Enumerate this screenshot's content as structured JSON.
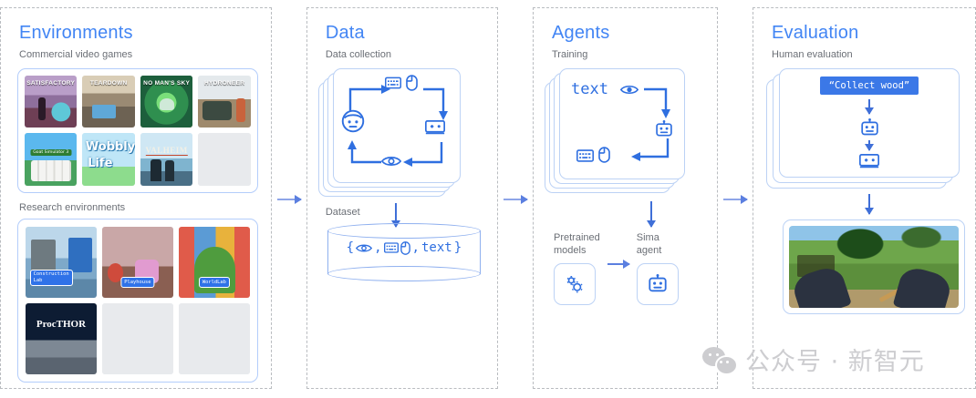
{
  "panels": [
    {
      "key": "environments",
      "title": "Environments",
      "subtitle": "Commercial video games",
      "subtitle2": "Research environments",
      "commercial_games": [
        {
          "name": "Satisfactory",
          "label": "SATISFACTORY"
        },
        {
          "name": "Teardown",
          "label": "TEARDOWN"
        },
        {
          "name": "No Man's Sky",
          "label": "NO MAN'S SKY"
        },
        {
          "name": "Hydroneer",
          "label": "HYDRONEER"
        },
        {
          "name": "Goat Simulator 3",
          "label": "Goat Simulator 3"
        },
        {
          "name": "Wobbly Life",
          "label_line1": "Wobbly",
          "label_line2": "Life"
        },
        {
          "name": "Valheim",
          "label": "VALHEIM"
        },
        {
          "name": "empty-slot",
          "label": ""
        }
      ],
      "research_environments": [
        {
          "name": "Construction Lab",
          "badge": "Construction\nLab"
        },
        {
          "name": "Playhouse",
          "badge": "Playhouse"
        },
        {
          "name": "WorldLab",
          "badge": "WorldLab"
        },
        {
          "name": "ProcTHOR",
          "badge": "ProcTHOR"
        },
        {
          "name": "empty-slot",
          "badge": ""
        },
        {
          "name": "empty-slot",
          "badge": ""
        }
      ]
    },
    {
      "key": "data",
      "title": "Data",
      "subtitle": "Data collection",
      "dataset_label": "Dataset",
      "cycle_icons": [
        "person-icon",
        "keyboard-icon",
        "mouse-icon",
        "gamepad-icon",
        "eye-icon"
      ],
      "dataset_contents": {
        "open_brace": "{",
        "eye": "eye-icon",
        "comma1": ",",
        "keyboard": "keyboard-icon",
        "mouse": "mouse-icon",
        "comma2": ",",
        "text": "text",
        "close_brace": "}"
      }
    },
    {
      "key": "agents",
      "title": "Agents",
      "subtitle": "Training",
      "card_text": "text",
      "card_icons": [
        "eye-icon",
        "robot-icon",
        "keyboard-icon",
        "mouse-icon"
      ],
      "pretrained_caption_line1": "Pretrained",
      "pretrained_caption_line2": "models",
      "agent_caption_line1": "Sima",
      "agent_caption_line2": "agent",
      "pretrained_icon": "gears-icon",
      "agent_icon": "robot-icon"
    },
    {
      "key": "evaluation",
      "title": "Evaluation",
      "subtitle": "Human evaluation",
      "task_prompt": "“Collect wood”",
      "flow_icons": [
        "robot-icon",
        "gamepad-icon"
      ],
      "game_capture_name": "gameplay-screenshot"
    }
  ],
  "connectors": [
    {
      "name": "arrow-environments-to-data"
    },
    {
      "name": "arrow-data-to-agents"
    },
    {
      "name": "arrow-agents-to-evaluation"
    }
  ],
  "watermark": {
    "text": "公众号 · 新智元",
    "icon": "wechat-icon"
  },
  "colors": {
    "heading_blue": "#4285f4",
    "accent_blue": "#2f6fe0",
    "chip_blue": "#3b78e7",
    "card_border": "#bcd2f5",
    "panel_dash": "#b9bcc0",
    "subtitle_gray": "#6b6f76",
    "placeholder_gray": "#e8eaed"
  }
}
